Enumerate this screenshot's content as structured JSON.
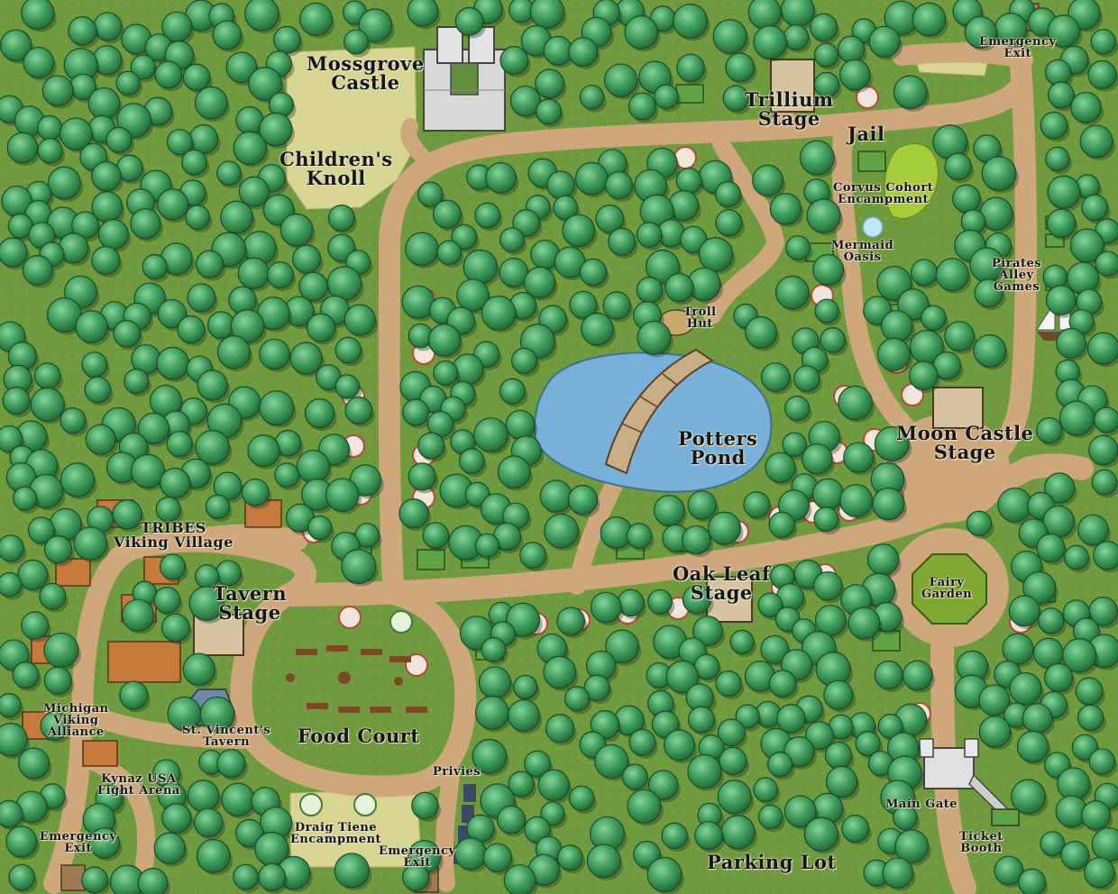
{
  "labels": {
    "mossgrove_castle": [
      "Mossgrove",
      "Castle"
    ],
    "childrens_knoll": [
      "Children's",
      "Knoll"
    ],
    "trillium_stage": [
      "Trillium",
      "Stage"
    ],
    "emergency_exit_ne": [
      "Emergency",
      "Exit"
    ],
    "jail": "Jail",
    "corvus_cohort": [
      "Corvus Cohort",
      "Encampment"
    ],
    "mermaid_oasis": [
      "Mermaid",
      "Oasis"
    ],
    "pirates_alley": [
      "Pirates",
      "Alley",
      "Games"
    ],
    "troll_hut": [
      "Troll",
      "Hut"
    ],
    "potters_pond": [
      "Potters",
      "Pond"
    ],
    "moon_castle_stage": [
      "Moon Castle",
      "Stage"
    ],
    "tribes": [
      "TRIBES",
      "Viking Village"
    ],
    "tavern_stage": [
      "Tavern",
      "Stage"
    ],
    "oak_leaf_stage": [
      "Oak Leaf",
      "Stage"
    ],
    "fairy_garden": [
      "Fairy",
      "Garden"
    ],
    "michigan_viking": [
      "Michigan",
      "Viking",
      "Alliance"
    ],
    "st_vincents": [
      "St. Vincent's",
      "Tavern"
    ],
    "food_court": "Food Court",
    "kynaz": [
      "Kynaz USA",
      "Fight Arena"
    ],
    "privies": "Privies",
    "main_gate": "Main Gate",
    "ticket_booth": [
      "Ticket",
      "Booth"
    ],
    "emergency_exit_sw": [
      "Emergency",
      "Exit"
    ],
    "draig_tiene": [
      "Draig Tiene",
      "Encampment"
    ],
    "emergency_exit_s": [
      "Emergency",
      "Exit"
    ],
    "parking_lot": "Parking Lot"
  },
  "colors": {
    "grass": "#6f9a3d",
    "path": "#cfa77c",
    "clearing": "#d8d492",
    "pond": "#78b0d9",
    "tree": "#3e9a58",
    "fairy_garden": "#7fa832"
  }
}
